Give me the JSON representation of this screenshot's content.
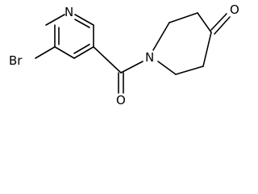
{
  "atoms": {
    "n_pyridine": "N",
    "br": "Br",
    "n_amide": "N",
    "o_carbonyl": "O",
    "o_ketone": "O"
  },
  "colors": {
    "ink": "#000000",
    "background": "#ffffff"
  }
}
